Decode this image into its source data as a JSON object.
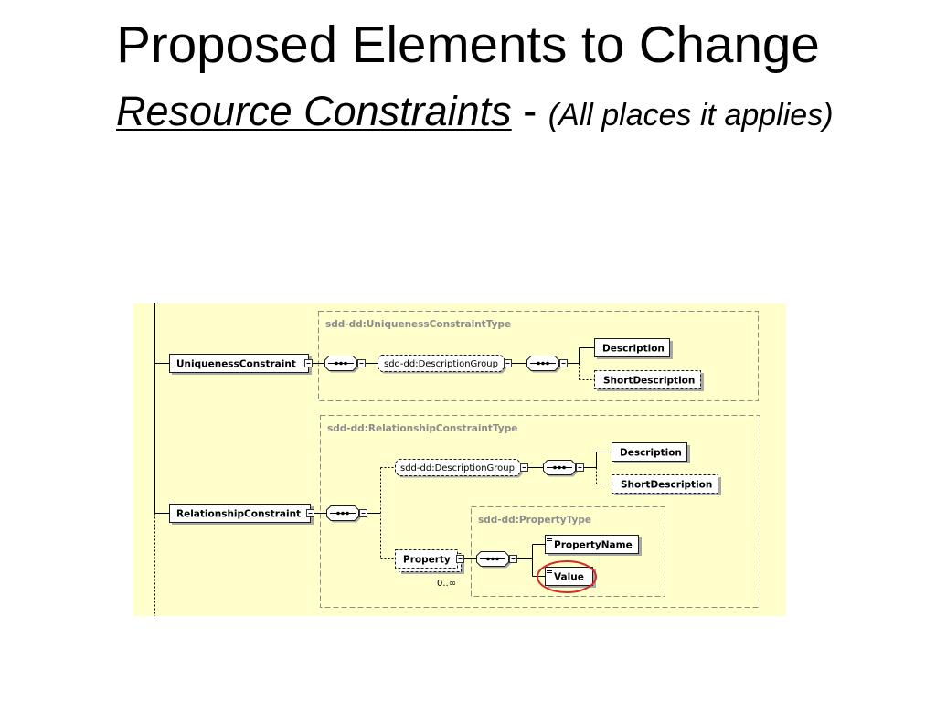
{
  "slide": {
    "title": "Proposed Elements to Change",
    "subtitle": {
      "main": "Resource Constraints",
      "separator": "-",
      "note": "(All places it applies)"
    }
  },
  "diagram": {
    "background": "#FFFFCC",
    "highlight_color": "#D42A2A",
    "icons": {
      "compositor": "sequence-compositor-icon",
      "collapse": "collapse-icon",
      "simple_content": "simple-content-icon"
    },
    "uniqueness": {
      "element": "UniquenessConstraint",
      "type": "sdd-dd:UniquenessConstraintType",
      "group": "sdd-dd:DescriptionGroup",
      "children": [
        "Description",
        "ShortDescription"
      ]
    },
    "relationship": {
      "element": "RelationshipConstraint",
      "type": "sdd-dd:RelationshipConstraintType",
      "group": "sdd-dd:DescriptionGroup",
      "children": [
        "Description",
        "ShortDescription"
      ],
      "property": {
        "element": "Property",
        "cardinality": "0..∞",
        "type": "sdd-dd:PropertyType",
        "children": [
          "PropertyName",
          "Value"
        ]
      }
    }
  }
}
